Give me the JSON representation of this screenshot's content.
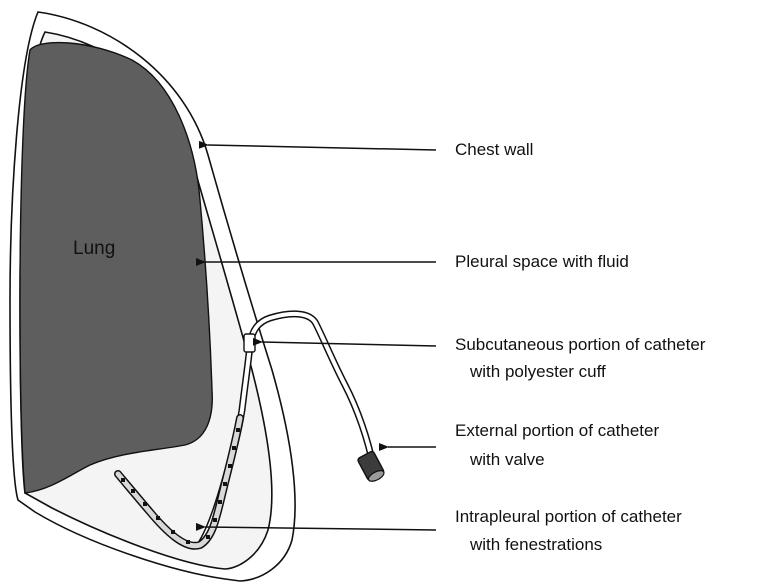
{
  "diagram": {
    "lung_label": "Lung",
    "labels": {
      "chest_wall": "Chest wall",
      "pleural_space": "Pleural space with fluid",
      "subcutaneous_line1": "Subcutaneous portion of catheter",
      "subcutaneous_line2": "with polyester cuff",
      "external_line1": "External portion of catheter",
      "external_line2": "with valve",
      "intrapleural_line1": "Intrapleural portion of catheter",
      "intrapleural_line2": "with fenestrations"
    },
    "colors": {
      "lung_fill": "#5e5e5e",
      "pleural_fill": "#f4f4f4",
      "chest_wall_fill": "#ffffff",
      "outline": "#111111"
    }
  }
}
